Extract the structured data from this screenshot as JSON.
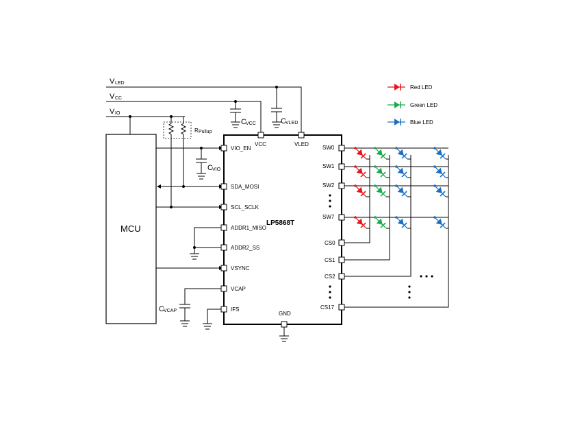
{
  "rails": {
    "vled": {
      "main": "V",
      "sub": "LED"
    },
    "vcc": {
      "main": "V",
      "sub": "CC"
    },
    "vio": {
      "main": "V",
      "sub": "IO"
    }
  },
  "mcu_label": "MCU",
  "chip_label": "LP5868T",
  "resistor_label": {
    "main": "R",
    "sub": "Pullup"
  },
  "capacitors": {
    "cvcc": {
      "main": "C",
      "sub": "VCC"
    },
    "cvled": {
      "main": "C",
      "sub": "VLED"
    },
    "cvio": {
      "main": "C",
      "sub": "VIO"
    },
    "cvcap": {
      "main": "C",
      "sub": "VCAP"
    }
  },
  "top_pins": [
    "VCC",
    "VLED"
  ],
  "left_pins": [
    "VIO_EN",
    "SDA_MOSI",
    "SCL_SCLK",
    "ADDR1_MISO",
    "ADDR2_SS",
    "VSYNC",
    "VCAP",
    "IFS"
  ],
  "right_sw_pins": [
    "SW0",
    "SW1",
    "SW2",
    "SW7"
  ],
  "right_cs_pins": [
    "CS0",
    "CS1",
    "CS2",
    "CS17"
  ],
  "bottom_pin": "GND",
  "legend": [
    {
      "label": "Red LED",
      "color": "#e8141b"
    },
    {
      "label": "Green LED",
      "color": "#1aaa4b"
    },
    {
      "label": "Blue LED",
      "color": "#1a6fc4"
    }
  ],
  "colors": {
    "red": "#e8141b",
    "green": "#1aaa4b",
    "blue": "#1a6fc4",
    "wire": "#000000"
  }
}
